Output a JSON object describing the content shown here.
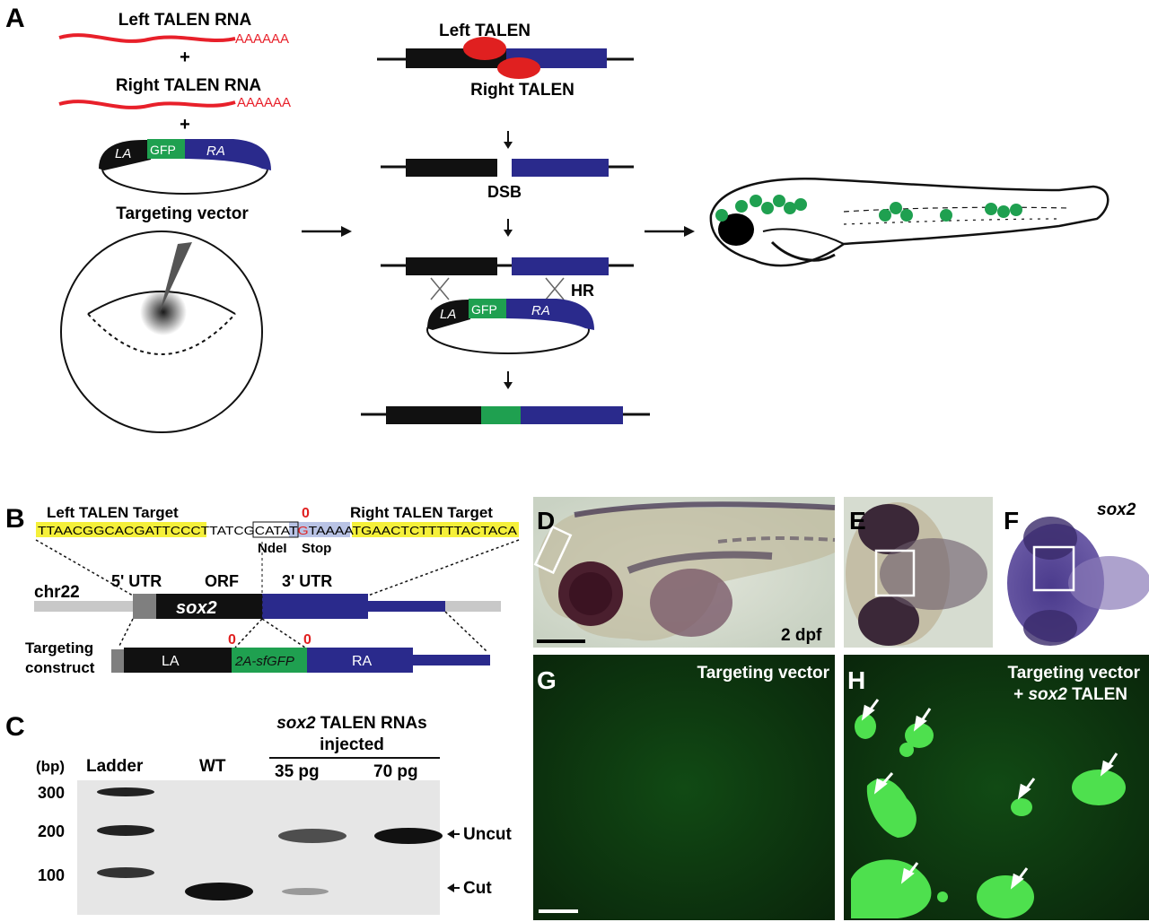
{
  "panels": {
    "A": "A",
    "B": "B",
    "C": "C",
    "D": "D",
    "E": "E",
    "F": "F",
    "G": "G",
    "H": "H"
  },
  "a": {
    "left_rna": "Left TALEN RNA",
    "right_rna": "Right TALEN RNA",
    "polyA": "AAAAAA",
    "plus": "+",
    "la": "LA",
    "gfp": "GFP",
    "ra": "RA",
    "targeting_vector": "Targeting vector",
    "left_talen": "Left TALEN",
    "right_talen": "Right TALEN",
    "dsb": "DSB",
    "hr": "HR"
  },
  "b": {
    "left_target_label": "Left TALEN Target",
    "right_target_label": "Right TALEN Target",
    "seq_left": "TTAACGGCACGATTCCCT",
    "seq_mid": "TATCG",
    "seq_ndei": "CATAT",
    "seq_g": "G",
    "seq_stop": "TAA",
    "seq_mid2": "AA",
    "seq_right": "TGAACTCTTTTTACTACA",
    "zero": "0",
    "ndei": "NdeI",
    "stop": "Stop",
    "chr": "chr22",
    "utr5": "5' UTR",
    "orf": "ORF",
    "utr3": "3' UTR",
    "gene": "sox2",
    "construct_1": "Targeting",
    "construct_2": "construct",
    "la": "LA",
    "sfgfp": "2A-sfGFP",
    "ra": "RA"
  },
  "c": {
    "title_gene": "sox2",
    "title_rest": " TALEN RNAs",
    "title_2": "injected",
    "bp": "(bp)",
    "ladder": "Ladder",
    "wt": "WT",
    "lane35": "35 pg",
    "lane70": "70 pg",
    "markers": [
      "300",
      "200",
      "100"
    ],
    "uncut": "Uncut",
    "cut": "Cut"
  },
  "d": {
    "stage": "2 dpf"
  },
  "f": {
    "gene": "sox2"
  },
  "g": {
    "label": "Targeting vector"
  },
  "h": {
    "line1": "Targeting vector",
    "line2_plus": "+ ",
    "line2_gene": "sox2",
    "line2_rest": " TALEN"
  },
  "colors": {
    "rna": "#e8202a",
    "blue": "#2a2a8c",
    "green": "#1fa050",
    "black": "#111111",
    "yellow": "#f5f03a",
    "red": "#e02020",
    "gel": "#e6e6e6",
    "fluor": "#0c2f0c"
  }
}
